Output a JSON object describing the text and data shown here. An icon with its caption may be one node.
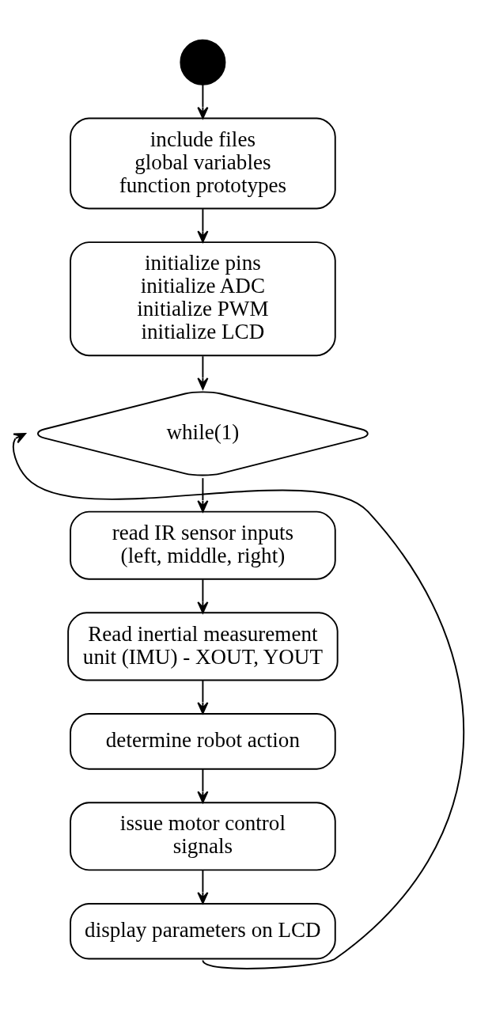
{
  "diagram": {
    "nodes": [
      {
        "text": [],
        "shape": "circle"
      },
      {
        "text": [
          "include files",
          "global variables",
          "function prototypes"
        ]
      },
      {
        "text": [
          "initialize pins",
          "initialize ADC",
          "initialize PWM",
          "initialize LCD"
        ]
      },
      {
        "text": [
          "while(1)"
        ]
      },
      {
        "text": [
          "read IR sensor inputs (left, middle, right)"
        ]
      },
      {
        "text": [
          "Read inertial measurement unit (IMU) - XOUT, YOUT"
        ]
      },
      {
        "text": [
          "determine robot action"
        ]
      },
      {
        "text": [
          "issue motor control signals"
        ]
      },
      {
        "text": [
          "display parameters on LCD"
        ]
      }
    ],
    "edges": [
      {
        "from": 0,
        "to": 1,
        "arrow": "to"
      },
      {
        "from": 1,
        "to": 2,
        "arrow": "to"
      },
      {
        "from": 2,
        "to": 3,
        "arrow": "to"
      },
      {
        "from": 3,
        "to": 4,
        "arrow": "to"
      },
      {
        "from": 4,
        "to": 5,
        "arrow": "to"
      },
      {
        "from": 5,
        "to": 6,
        "arrow": "to"
      },
      {
        "from": 6,
        "to": 7,
        "arrow": "to"
      },
      {
        "from": 7,
        "to": 8,
        "arrow": "to"
      },
      {
        "from": 8,
        "to": 3,
        "arrow": "to"
      }
    ]
  }
}
